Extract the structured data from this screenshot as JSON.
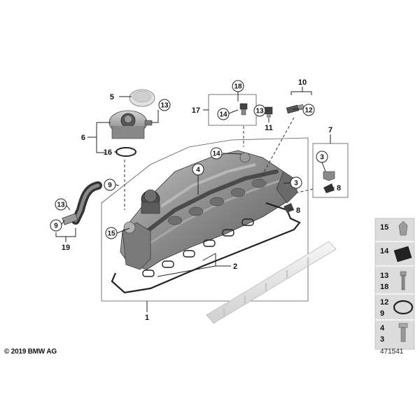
{
  "callouts": {
    "c1": "1",
    "c2": "2",
    "c3a": "3",
    "c3b": "3",
    "c4": "4",
    "c5": "5",
    "c6": "6",
    "c7": "7",
    "c8a": "8",
    "c8b": "8",
    "c9a": "9",
    "c9b": "9",
    "c10": "10",
    "c11": "11",
    "c12": "12",
    "c13a": "13",
    "c13b": "13",
    "c13c": "13",
    "c14a": "14",
    "c14b": "14",
    "c15": "15",
    "c16": "16",
    "c17": "17",
    "c18": "18",
    "c19": "19"
  },
  "legend": {
    "row1": "15",
    "row2": "14",
    "row3_top": "13",
    "row3_bottom": "18",
    "row4_top": "12",
    "row4_bottom": "9",
    "row5_top": "4",
    "row5_bottom": "3"
  },
  "footer": {
    "copyright": "© 2019 BMW AG",
    "drawing_number": "471541"
  },
  "colors": {
    "casting": "#8e8e8e",
    "casting_dark": "#5c5c5c",
    "casting_light": "#bdbdbd",
    "legend_bg": "#dcdcdc"
  }
}
